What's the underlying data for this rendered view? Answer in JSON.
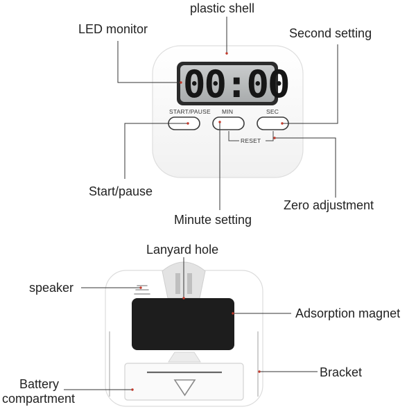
{
  "labels": {
    "plastic_shell": "plastic shell",
    "led_monitor": "LED monitor",
    "second_setting": "Second setting",
    "start_pause": "Start/pause",
    "zero_adjustment": "Zero adjustment",
    "minute_setting": "Minute setting",
    "lanyard_hole": "Lanyard hole",
    "speaker": "speaker",
    "adsorption_magnet": "Adsorption magnet",
    "bracket": "Bracket",
    "battery_compartment_line1": "Battery",
    "battery_compartment_line2": "compartment"
  },
  "timer_front": {
    "display": "00:00",
    "buttons": {
      "start_pause": "START/PAUSE",
      "min": "MIN",
      "sec": "SEC"
    },
    "reset_label": "RESET"
  },
  "colors": {
    "leader_line": "#333333",
    "leader_dot": "#c0392b",
    "body": "#ffffff",
    "lcd_background": "#b9bcbd",
    "magnet": "#1d1d1d"
  }
}
